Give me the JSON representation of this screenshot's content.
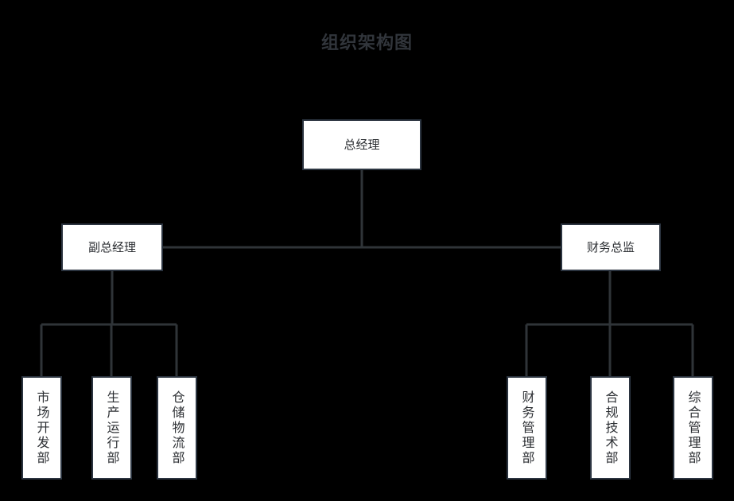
{
  "chart": {
    "title": "组织架构图",
    "type": "org-chart",
    "colors": {
      "background": "#000000",
      "node_fill": "#ffffff",
      "node_border": "#2b3440",
      "node_text": "#2c2f33",
      "title_text": "#31353b",
      "connector": "#2f3438"
    },
    "nodes": {
      "root": {
        "label": "总经理",
        "level": 1
      },
      "mid_left": {
        "label": "副总经理",
        "level": 2
      },
      "mid_right": {
        "label": "财务总监",
        "level": 2
      },
      "leaves_left": [
        {
          "label": "市场开发部",
          "level": 3
        },
        {
          "label": "生产运行部",
          "level": 3
        },
        {
          "label": "仓储物流部",
          "level": 3
        }
      ],
      "leaves_right": [
        {
          "label": "财务管理部",
          "level": 3
        },
        {
          "label": "合规技术部",
          "level": 3
        },
        {
          "label": "综合管理部",
          "level": 3
        }
      ]
    }
  }
}
